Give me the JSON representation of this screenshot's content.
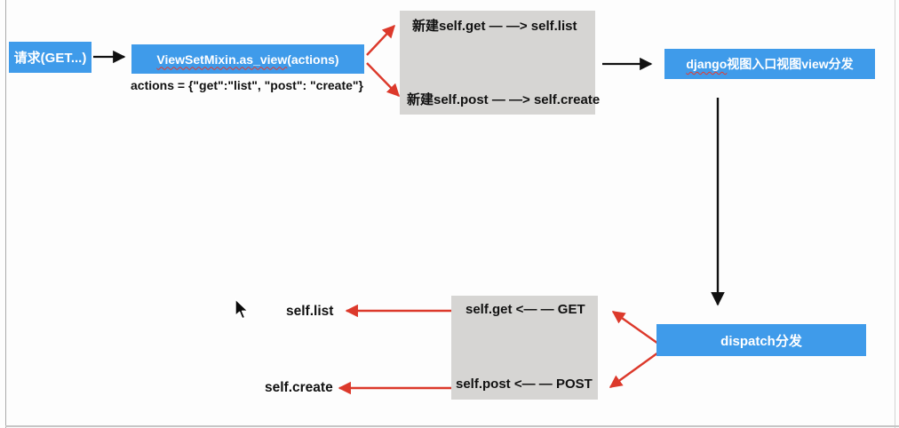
{
  "diagram": {
    "nodes": {
      "request": {
        "label": "请求(GET...)"
      },
      "viewset": {
        "label_underlined": "ViewSetMixin.as_view",
        "label_rest": "(actions)"
      },
      "django_entry": {
        "label_underlined": "django",
        "label_rest": "视图入口视图view分发"
      },
      "dispatch": {
        "label": "dispatch分发"
      }
    },
    "annotations": {
      "actions_mapping": "actions = {\"get\":\"list\", \"post\": \"create\"}"
    },
    "group_top": {
      "line1": "新建self.get — —> self.list",
      "line2": "新建self.post — —> self.create"
    },
    "group_bottom": {
      "line1": "self.get <— — GET",
      "line2": "self.post <— — POST"
    },
    "result_labels": {
      "list": "self.list",
      "create": "self.create"
    },
    "colors": {
      "node_blue": "#3F9BEA",
      "group_gray": "#D6D5D3",
      "arrow_red": "#DC392B",
      "arrow_black": "#111111",
      "spellcheck_underline_red": "#E8392B",
      "frame_border_gray": "#B9B9B9"
    }
  }
}
